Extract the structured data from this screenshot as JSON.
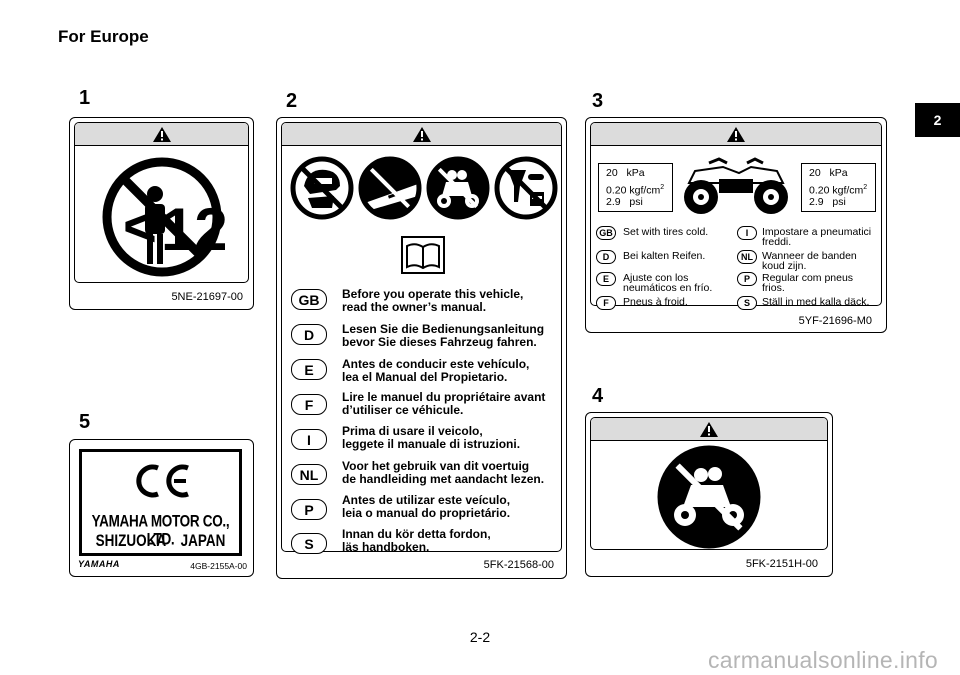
{
  "header": {
    "region": "For Europe",
    "chapter_tab": "2"
  },
  "sections": [
    "1",
    "2",
    "3",
    "4",
    "5"
  ],
  "label1": {
    "code": "5NE-21697-00",
    "age_number": "12",
    "icon": "no-children-under-12-icon"
  },
  "label2": {
    "code": "5FK-21568-00",
    "icons": [
      "no-helmet-icon",
      "no-public-road-icon",
      "no-passenger-icon",
      "no-alcohol-drugs-icon",
      "read-manual-icon"
    ],
    "languages": [
      {
        "code": "GB",
        "text": "Before you operate this vehicle,\nread the owner’s manual."
      },
      {
        "code": "D",
        "text": "Lesen Sie die Bedienungsanleitung\nbevor Sie dieses Fahrzeug fahren."
      },
      {
        "code": "E",
        "text": "Antes de conducir este vehículo,\nlea el Manual del Propietario."
      },
      {
        "code": "F",
        "text": "Lire le manuel du propriétaire avant\nd’utiliser ce véhicule."
      },
      {
        "code": "I",
        "text": "Prima di usare il veicolo,\nleggete il manuale di istruzioni."
      },
      {
        "code": "NL",
        "text": "Voor het gebruik van dit voertuig\nde handleiding met aandacht lezen."
      },
      {
        "code": "P",
        "text": "Antes de utilizar este veículo,\nleia o manual do proprietário."
      },
      {
        "code": "S",
        "text": "Innan du kör detta fordon,\nläs handboken."
      }
    ]
  },
  "label3": {
    "code": "5YF-21696-M0",
    "pressure": {
      "kpa_value": "20",
      "kpa_unit": "kPa",
      "kgf": "0.20 kgf/cm",
      "kgf_exp": "2",
      "psi_value": "2.9",
      "psi_unit": "psi"
    },
    "languages": [
      {
        "code": "GB",
        "text": "Set with tires cold."
      },
      {
        "code": "I",
        "text": "Impostare a pneumatici\nfreddi."
      },
      {
        "code": "D",
        "text": "Bei kalten Reifen."
      },
      {
        "code": "NL",
        "text": "Wanneer de banden\nkoud zijn."
      },
      {
        "code": "E",
        "text": "Ajuste con los\nneumáticos en frío."
      },
      {
        "code": "P",
        "text": "Regular com pneus\nfrios."
      },
      {
        "code": "F",
        "text": "Pneus à froid."
      },
      {
        "code": "S",
        "text": "Ställ in med kalla däck."
      }
    ]
  },
  "label4": {
    "code": "5FK-2151H-00",
    "icon": "no-passenger-icon"
  },
  "label5": {
    "ce_mark": "CE",
    "company_line1": "YAMAHA MOTOR CO., LTD.",
    "company_line2": "SHIZUOKA    JAPAN",
    "brand": "YAMAHA",
    "code": "4GB-2155A-00"
  },
  "footer": {
    "page_number": "2-2",
    "watermark": "carmanualsonline.info"
  }
}
